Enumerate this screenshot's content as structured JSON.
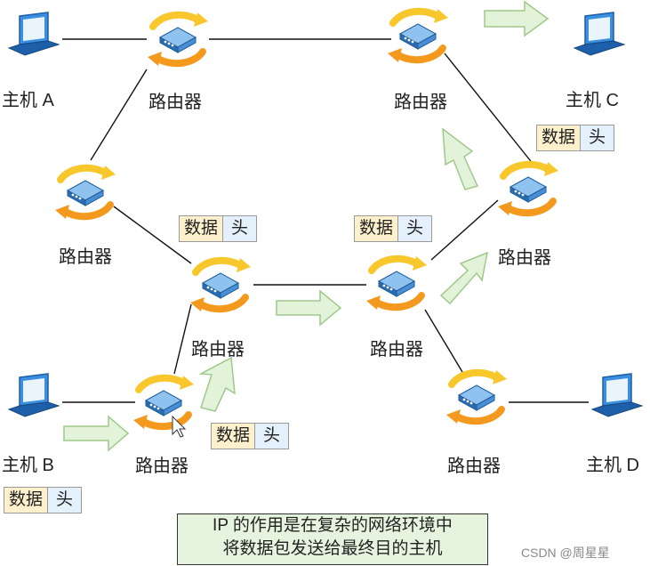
{
  "hosts": {
    "a": "主机 A",
    "b": "主机 B",
    "c": "主机 C",
    "d": "主机 D"
  },
  "router_label": "路由器",
  "packet": {
    "data": "数据",
    "header": "头"
  },
  "caption": {
    "line1": "IP 的作用是在复杂的网络环境中",
    "line2": "将数据包发送给最终目的主机"
  },
  "watermark": "CSDN @周星星",
  "colors": {
    "arrow_fill": "#e3f3d9",
    "arrow_stroke": "#9fc98a",
    "router_orange": "#f39a1e",
    "router_yellow": "#f7c72b",
    "router_body": "#4a8fd4",
    "laptop_blue": "#3a8fe0"
  }
}
